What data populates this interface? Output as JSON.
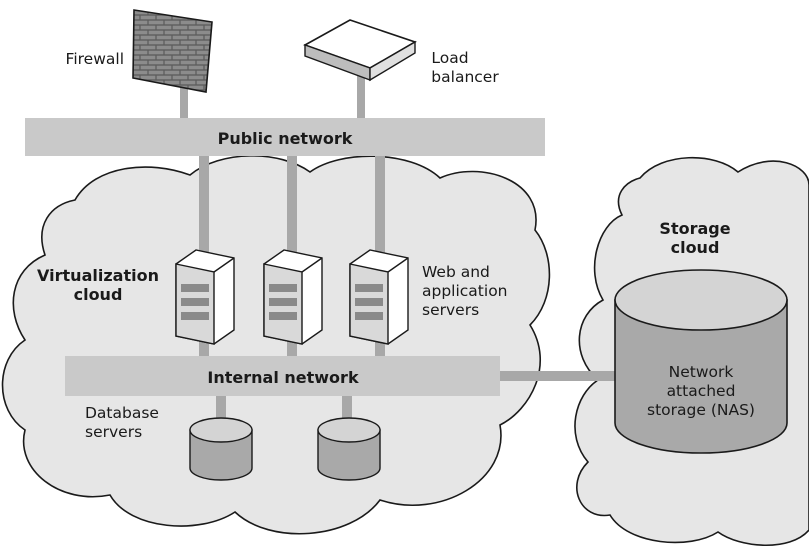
{
  "firewall": {
    "label": "Firewall"
  },
  "load_balancer": {
    "label_line1": "Load",
    "label_line2": "balancer"
  },
  "public_network": {
    "label": "Public network"
  },
  "virtualization_cloud": {
    "label_line1": "Virtualization",
    "label_line2": "cloud"
  },
  "web_servers": {
    "label_line1": "Web and",
    "label_line2": "application",
    "label_line3": "servers"
  },
  "internal_network": {
    "label": "Internal network"
  },
  "database_servers": {
    "label_line1": "Database",
    "label_line2": "servers"
  },
  "storage_cloud": {
    "label_line1": "Storage",
    "label_line2": "cloud"
  },
  "nas": {
    "label_line1": "Network",
    "label_line2": "attached",
    "label_line3": "storage (NAS)"
  },
  "colors": {
    "bar_fill": "#c9c9c9",
    "connector": "#a8a8a8",
    "cloud_fill": "#e6e6e6",
    "cloud_stroke": "#1a1a1a",
    "cylinder_body": "#a9a9a9",
    "cylinder_top": "#d4d4d4"
  }
}
